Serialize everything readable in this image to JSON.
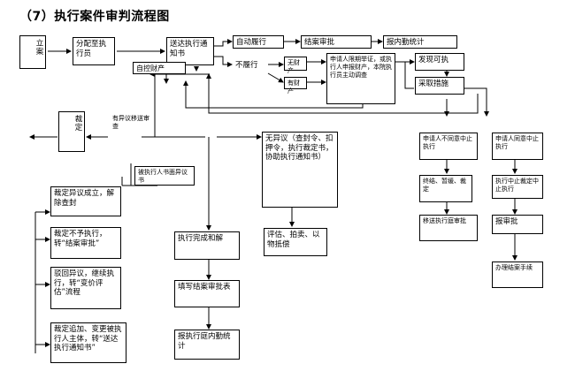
{
  "title": "（7）执行案件审判流程图",
  "nodes": {
    "li_an": "立案",
    "fen_pei": "分配至执行员",
    "song_da": "送达执行通知书",
    "zi_kong": "自控财产",
    "zi_dong": "自动履行",
    "jie_an_shen_pi": "结案审批",
    "bao_nei_qin_1": "报内勤统计",
    "bu_lv_xing": "不履行",
    "wu_cai_chan": "无财产",
    "you_cai_chan": "有财产",
    "shen_qing_ren_xian_qi": "申请人限期举证，或执行人申报财产，本院执行员主动调查",
    "fa_xian_ke_zhi": "发现可执",
    "cai_qu_cuo_shi": "采取措施",
    "cai_ding": "裁定",
    "you_yi_yi": "有异议移送审查",
    "bei_zhi_xing_ren": "被执行人书面异议书",
    "wu_yi_yi": "无异议（查封令、扣押令，执行裁定书，协助执行通知书）",
    "ping_gu": "评估、拍卖、以物抵偿",
    "shen_qing_bu_tong": "申请人不同意中止执行",
    "shen_qing_tong_yi": "申请人同意中止执行",
    "ying_xiang": "终结、暂缓、裁定",
    "yi_tui": "移送执行庭审批",
    "zhong_zhi_cai_ding": "执行中止裁定中止执行",
    "bao_shen_pi": "报审批",
    "ben_shi": "办理结案手续",
    "cai_ding_yi_yi_cheng_li": "裁定异议成立，解除查封",
    "cai_ding_bu_yu": "裁定不予执行，转“结案审批”",
    "bo_hui": "驳回异议，继续执行，转“变价评估”流程",
    "cai_ding_zhui_jia": "裁定追加、变更被执行人主体，转“送达执行通知书”",
    "yi_wu_zhi_xing": "执行完成和解",
    "tian_xie": "填写结案审批表",
    "bao_nei_qin_2": "报执行庭内勤统计"
  }
}
